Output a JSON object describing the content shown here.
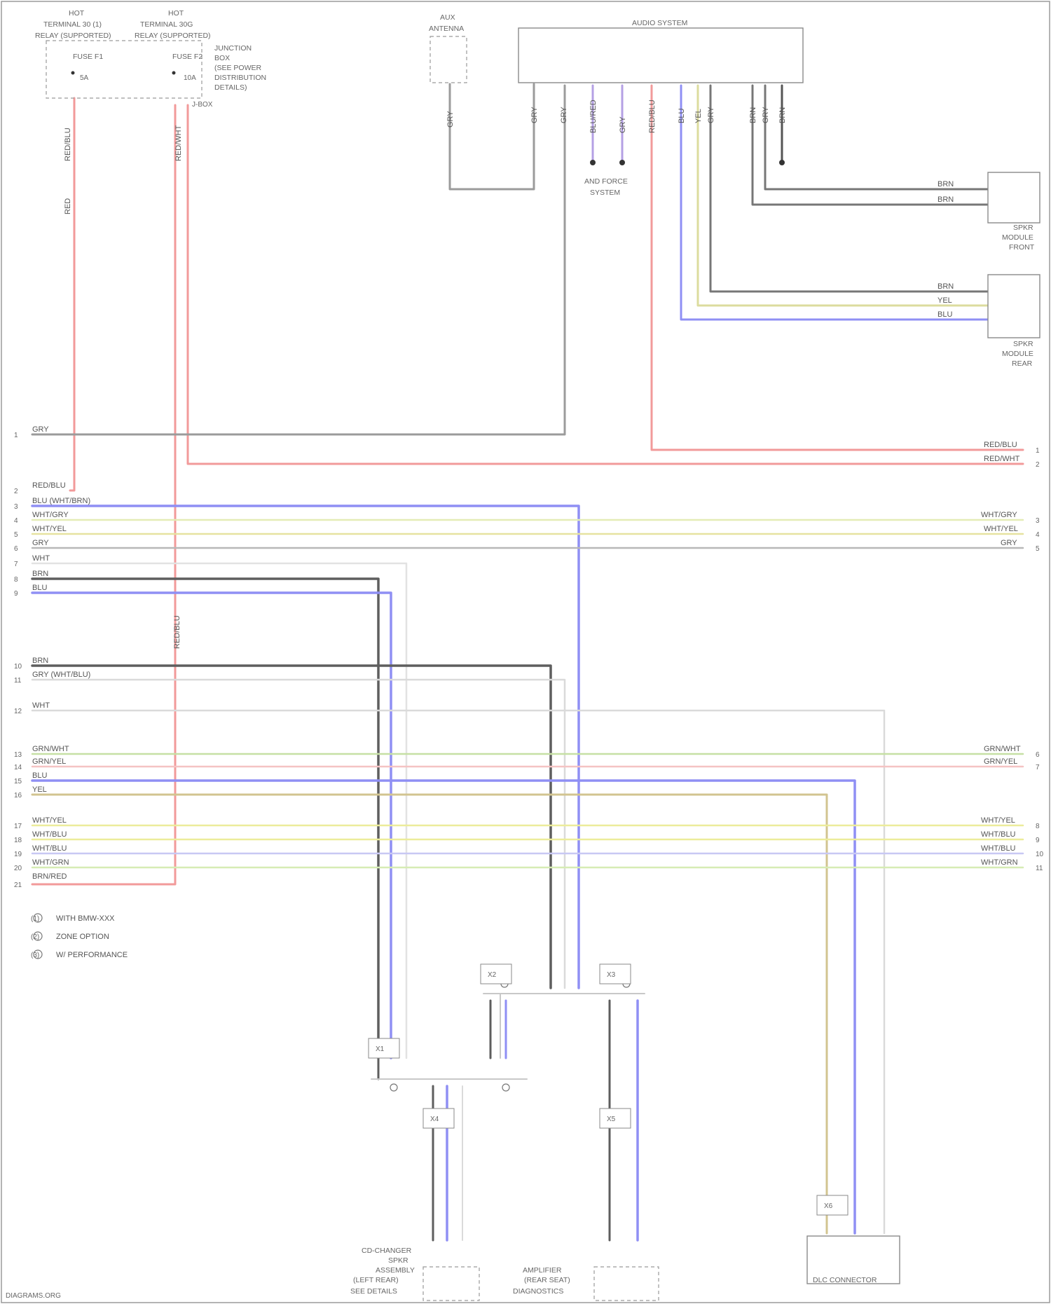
{
  "components": {
    "fuse_left": "FUSE F1",
    "fuse_right": "FUSE F2",
    "fuse_left_desc": [
      "HOT",
      "TERMINAL 30 (1)",
      "RELAY (SUPPORTED)"
    ],
    "fuse_right_desc": [
      "HOT",
      "TERMINAL 30G",
      "RELAY (SUPPORTED)"
    ],
    "fuse_side_note": [
      "JUNCTION",
      "BOX",
      "(SEE POWER",
      "DISTRIBUTION",
      "DETAILS)"
    ],
    "fuse_left_value": "5A",
    "fuse_right_value": "10A",
    "fuse_right_ref": "J-BOX",
    "antenna": [
      "AUX",
      "ANTENNA"
    ],
    "audio_unit": "AUDIO SYSTEM",
    "ground_label": [
      "AND FORCE",
      "SYSTEM"
    ],
    "right_mod_1": [
      "SPKR",
      "MODULE",
      "FRONT"
    ],
    "right_mod_2": [
      "SPKR",
      "MODULE",
      "REAR"
    ],
    "bottom_left": [
      "CD-CHANGER",
      "SPKR",
      "ASSEMBLY",
      "(LEFT REAR)",
      "SEE DETAILS"
    ],
    "bottom_mid": [
      "AMPLIFIER",
      "(REAR SEAT)",
      "DIAGNOSTICS"
    ],
    "bottom_right": "DLC CONNECTOR",
    "footnote": "DIAGRAMS.ORG"
  },
  "legend": [
    {
      "symbol": "(1)",
      "text": "WITH BMW-XXX"
    },
    {
      "symbol": "(2)",
      "text": "ZONE OPTION"
    },
    {
      "symbol": "(3)",
      "text": "W/ PERFORMANCE"
    }
  ],
  "wire_labels": {
    "gy1": "GRY",
    "rd_r1": "RED/BLU",
    "rd_r2": "RED/WHT",
    "rd_l": "RED/BLU",
    "bl_l": "BLU (WHT/BRN)",
    "wh_l": "WHT/GRY",
    "ye_l": "WHT/YEL",
    "gy_l": "GRY",
    "wh2_l": "WHT",
    "wh_r": "WHT/GRY",
    "ye_r": "WHT/YEL",
    "gy_r": "GRY",
    "bk_l": "BRN",
    "bl2_l": "BLU",
    "bk2_l": "BRN",
    "wh3_l": "GRY (WHT/BLU)",
    "wh4_l": "WHT",
    "g1_l": "GRN/WHT",
    "p1_l": "GRN/YEL",
    "g1_r": "GRN/WHT",
    "p1_r": "GRN/YEL",
    "bl3_l": "BLU",
    "ye3_l": "YEL",
    "y4_l": "WHT/YEL",
    "y5_l": "WHT/BLU",
    "b6_l": "WHT/BLU",
    "g7_l": "WHT/GRN",
    "p8_l": "BRN/RED",
    "y4_r": "WHT/YEL",
    "y5_r": "WHT/BLU",
    "b6_r": "WHT/BLU",
    "g7_r": "WHT/GRN",
    "m1a": "BRN",
    "m1b": "BRN",
    "m2a": "BRN",
    "m2b": "YEL",
    "m2c": "BLU",
    "v_red_l1": "RED/BLU",
    "v_red_l2": "RED",
    "v_red_r": "RED/WHT",
    "v_ant": "GRY",
    "v_au1": "GRY",
    "v_au2": "GRY",
    "v_au3": "BLU/RED",
    "v_au4": "GRY",
    "v_au5": "RED/BLU",
    "v_au6": "BLU",
    "v_au7": "YEL",
    "v_au8": "GRY",
    "v_au9": "BRN",
    "v_au10": "GRY",
    "v_au11": "BRN",
    "v_red_mid": "RED/BLU"
  },
  "pin_numbers": [
    "1",
    "2",
    "3",
    "4",
    "5",
    "6",
    "7",
    "8",
    "9",
    "10",
    "11",
    "12",
    "13",
    "14",
    "15",
    "16",
    "17",
    "18",
    "19",
    "20",
    "21"
  ],
  "connector_pins": [
    "X1",
    "X2",
    "X3",
    "X4",
    "X5",
    "X6"
  ],
  "colors": {
    "red": "#f29a9a",
    "blue": "#8f8ff4",
    "gray": "#9b9b9b",
    "dark": "#5e5e5e",
    "yellow": "#dcdc9e",
    "green": "#c6e0a4",
    "pink": "#f5c3c3",
    "light": "#d4d4d4",
    "tan": "#d2c490"
  }
}
